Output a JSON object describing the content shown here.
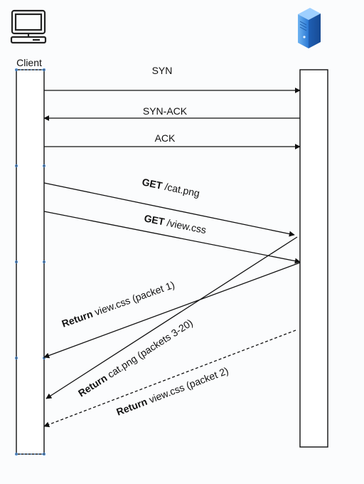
{
  "client": {
    "label": "Client",
    "icon": "computer-monitor-icon"
  },
  "server": {
    "icon": "server-tower-icon",
    "color": "#2f7fd6"
  },
  "messages": [
    {
      "id": "syn",
      "bold": "",
      "text": "SYN",
      "direction": "client-to-server",
      "style": "solid"
    },
    {
      "id": "syn-ack",
      "bold": "",
      "text": "SYN-ACK",
      "direction": "server-to-client",
      "style": "solid"
    },
    {
      "id": "ack",
      "bold": "",
      "text": "ACK",
      "direction": "client-to-server",
      "style": "solid"
    },
    {
      "id": "get-cat",
      "bold": "GET",
      "text": " /cat.png",
      "direction": "client-to-server",
      "style": "solid"
    },
    {
      "id": "get-view",
      "bold": "GET",
      "text": " /view.css",
      "direction": "client-to-server",
      "style": "solid"
    },
    {
      "id": "return-view-1",
      "bold": "Return",
      "text": " view.css (packet 1)",
      "direction": "server-to-client",
      "style": "solid"
    },
    {
      "id": "return-cat",
      "bold": "Return",
      "text": " cat.png (packets 3-20)",
      "direction": "server-to-client",
      "style": "solid"
    },
    {
      "id": "return-view-2",
      "bold": "Return",
      "text": " view.css (packet 2)",
      "direction": "server-to-client",
      "style": "dashed"
    }
  ]
}
